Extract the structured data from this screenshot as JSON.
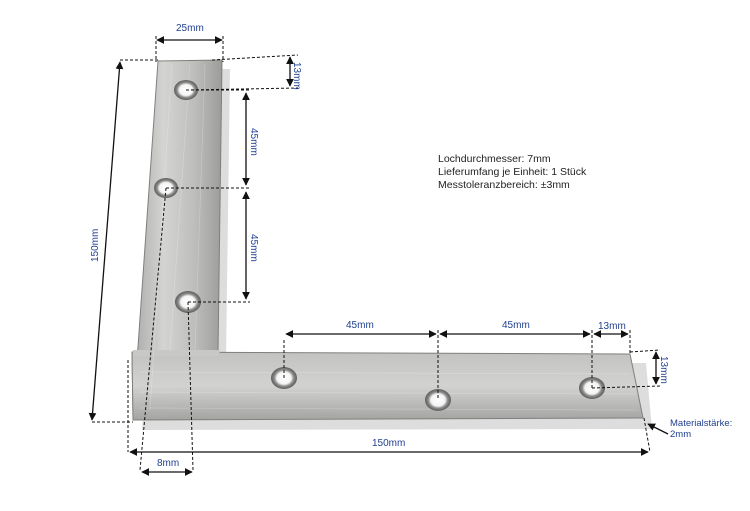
{
  "specs": {
    "line1": "Lochdurchmesser: 7mm",
    "line2": "Lieferumfang je Einheit: 1 Stück",
    "line3": "Messtoleranzbereich: ±3mm"
  },
  "dimensions": {
    "top_width": "25mm",
    "top_hole_offset": "13mm",
    "vertical_spacing_1": "45mm",
    "vertical_spacing_2": "45mm",
    "vertical_total": "150mm",
    "horizontal_spacing_1": "45mm",
    "horizontal_spacing_2": "45mm",
    "end_hole_offset": "13mm",
    "end_height_offset": "13mm",
    "horizontal_total": "150mm",
    "inner_offset": "8mm",
    "material_label": "Materialstärke:",
    "material_value": "2mm"
  },
  "colors": {
    "dimension_text": "#1f3f8f",
    "steel_light": "#c9c9c7",
    "steel_dark": "#8f8f8d"
  }
}
